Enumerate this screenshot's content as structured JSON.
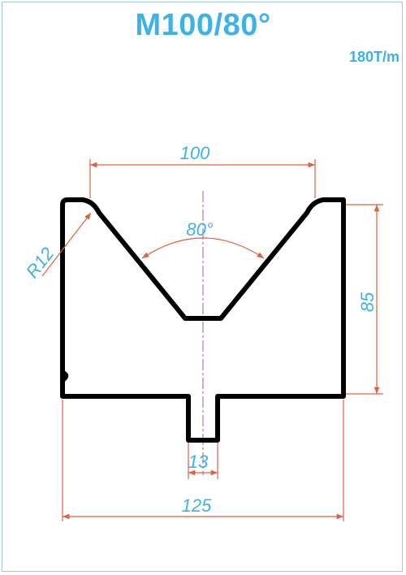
{
  "title": "M100/80°",
  "capacity": "180T/m",
  "dimensions": {
    "top_width": "100",
    "angle": "80°",
    "radius": "R12",
    "height": "85",
    "tang_width": "13",
    "total_width": "125"
  },
  "colors": {
    "text": "#3db2e6",
    "dimension_lines": "#e06040",
    "profile": "#000000",
    "centerline": "#9b59b6",
    "frame": "#9fc9d6"
  }
}
